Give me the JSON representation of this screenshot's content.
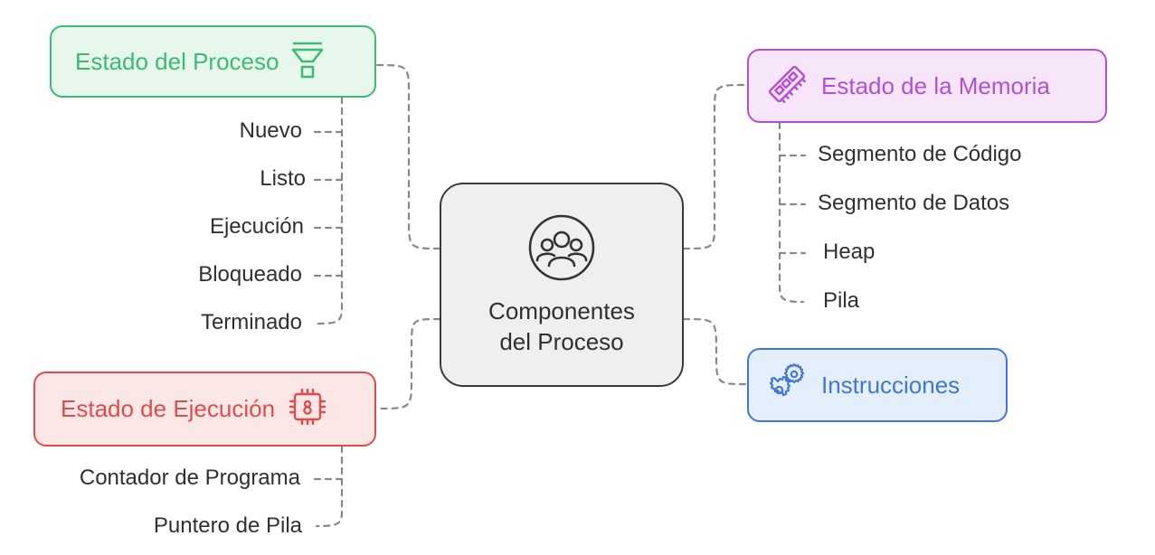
{
  "center": {
    "label_line1": "Componentes",
    "label_line2": "del Proceso",
    "icon": "people-group-icon"
  },
  "nodes": {
    "process_state": {
      "label": "Estado del Proceso",
      "icon": "funnel-icon",
      "color": "#3dbb73",
      "background": "#e7f7ec",
      "items": [
        "Nuevo",
        "Listo",
        "Ejecución",
        "Bloqueado",
        "Terminado"
      ]
    },
    "memory_state": {
      "label": "Estado de la Memoria",
      "icon": "memory-chip-icon",
      "color": "#b34fd6",
      "background": "#f7e6fa",
      "items": [
        "Segmento de Código",
        "Segmento de Datos",
        "Heap",
        "Pila"
      ]
    },
    "execution_state": {
      "label": "Estado de Ejecución",
      "icon": "processor-chip-icon",
      "color": "#de4d4d",
      "background": "#fbe8e6",
      "items": [
        "Contador de Programa",
        "Puntero de Pila"
      ]
    },
    "instructions": {
      "label": "Instrucciones",
      "icon": "gears-icon",
      "color": "#3f78d6",
      "background": "#e5eefb"
    }
  },
  "connector_color": "#888888"
}
